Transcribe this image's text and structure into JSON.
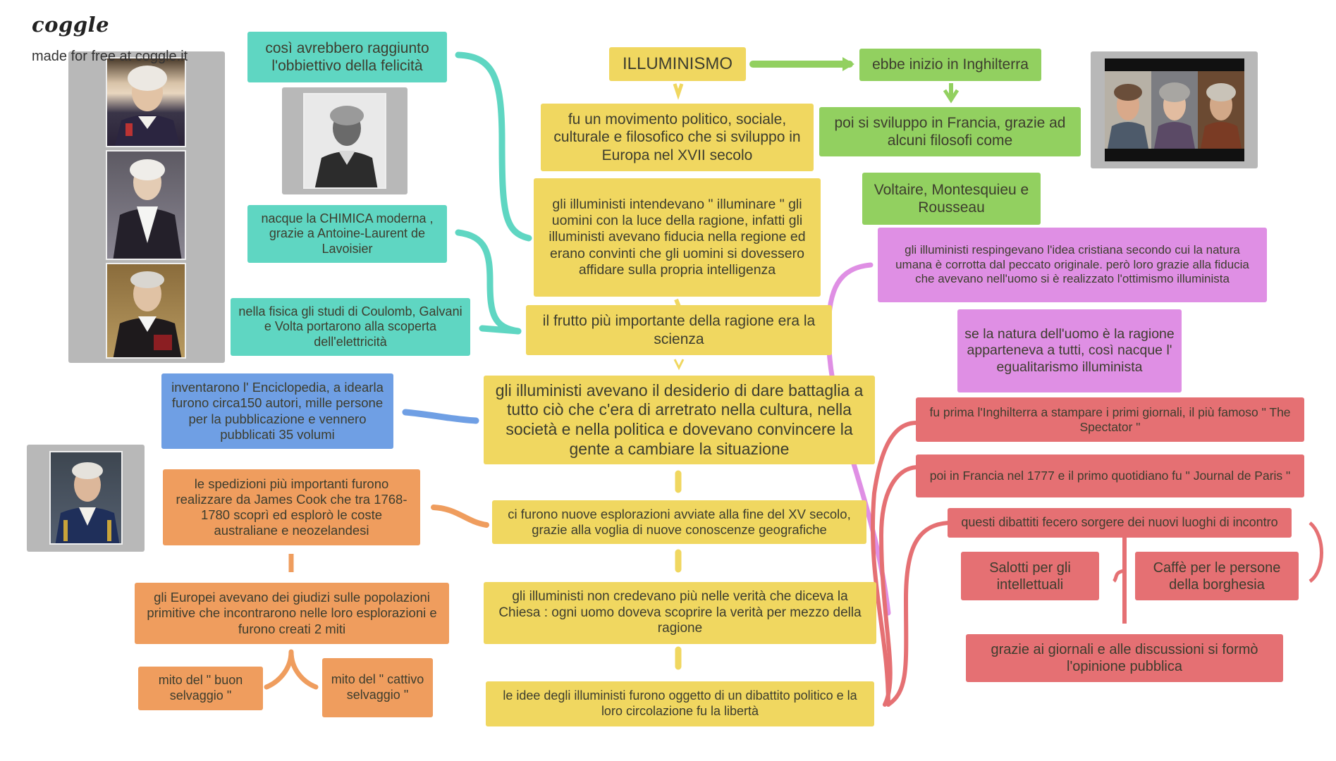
{
  "branding": {
    "logo": "coggle",
    "made_for": "made for free at coggle.it"
  },
  "colors": {
    "yellow": "#f0d760",
    "green": "#92d060",
    "teal": "#5fd6c2",
    "pink": "#df8fe4",
    "red": "#e57073",
    "orange": "#ef9d5e",
    "blue": "#6f9fe4"
  },
  "central": {
    "title": "ILLUMINISMO",
    "definition": "fu un movimento politico, sociale, culturale e filosofico che si sviluppo in Europa nel XVII secolo",
    "illuminare": "gli illuministi intendevano \" illuminare \" gli uomini con la luce della ragione, infatti gli illuministi avevano fiducia nella regione ed erano convinti che gli uomini si dovessero affidare sulla propria intelligenza",
    "scienza": "il frutto più importante della ragione era la scienza",
    "battaglia": "gli illuministi avevano il desiderio di dare battaglia a tutto ciò che c'era di arretrato nella cultura, nella società e nella politica e dovevano convincere la gente a cambiare la situazione",
    "esplorazioni": "ci furono nuove esplorazioni avviate alla fine del XV secolo, grazie alla voglia di nuove conoscenze geografiche",
    "chiesa": "gli illuministi non credevano più nelle verità che diceva la Chiesa : ogni uomo doveva scoprire la verità per mezzo della ragione",
    "idee": "le idee degli illuministi furono oggetto di un dibattito politico e la loro circolazione fu la libertà"
  },
  "green": {
    "inizio": "ebbe inizio in Inghilterra",
    "francia": "poi si sviluppo in Francia, grazie ad alcuni filosofi come",
    "filosofi": "Voltaire, Montesquieu e Rousseau"
  },
  "teal": {
    "felicita": "così avrebbero raggiunto l'obbiettivo della felicità",
    "chimica": "nacque la CHIMICA moderna , grazie a Antoine-Laurent de Lavoisier",
    "fisica": "nella fisica gli studi di Coulomb, Galvani e Volta portarono alla scoperta dell'elettricità"
  },
  "pink": {
    "natura": "gli illuministi respingevano l'idea cristiana secondo cui la natura umana è corrotta dal peccato originale. però loro grazie alla fiducia che avevano nell'uomo si è realizzato l'ottimismo illuminista",
    "egualitarismo": "se la natura dell'uomo è la ragione apparteneva a tutti, così nacque l' egualitarismo illuminista"
  },
  "red": {
    "inghilterra": "fu prima l'Inghilterra a stampare i primi giornali, il più famoso \" The Spectator \"",
    "francia": "poi in Francia nel 1777 e il primo quotidiano fu \" Journal de Paris \"",
    "dibattiti": "questi dibattiti fecero sorgere dei nuovi luoghi di incontro",
    "salotti": "Salotti per gli intellettuali",
    "caffe": "Caffè per le persone della borghesia",
    "opinione": "grazie ai giornali e alle discussioni si formò l'opinione pubblica"
  },
  "blue": {
    "enciclopedia": "inventarono l' Enciclopedia, a idearla furono circa150 autori, mille persone per la pubblicazione e vennero pubblicati 35 volumi"
  },
  "orange": {
    "cook": "le spedizioni più importanti furono realizzare da James Cook che tra 1768-1780 scoprì ed esplorò le coste australiane e neozelandesi",
    "miti": "gli Europei avevano dei giudizi sulle popolazioni primitive che incontrarono nelle loro esplorazioni e furono creati 2 miti",
    "buon": "mito del \" buon selvaggio \"",
    "cattivo": "mito del \" cattivo selvaggio \""
  },
  "images": {
    "scientists": [
      "portrait-coulomb-icon",
      "portrait-galvani-icon",
      "portrait-volta-icon"
    ],
    "lavoisier": "portrait-lavoisier-icon",
    "philosophers": [
      "portrait-rousseau-icon",
      "portrait-voltaire-icon",
      "portrait-montesquieu-icon"
    ],
    "cook": "portrait-cook-icon"
  }
}
